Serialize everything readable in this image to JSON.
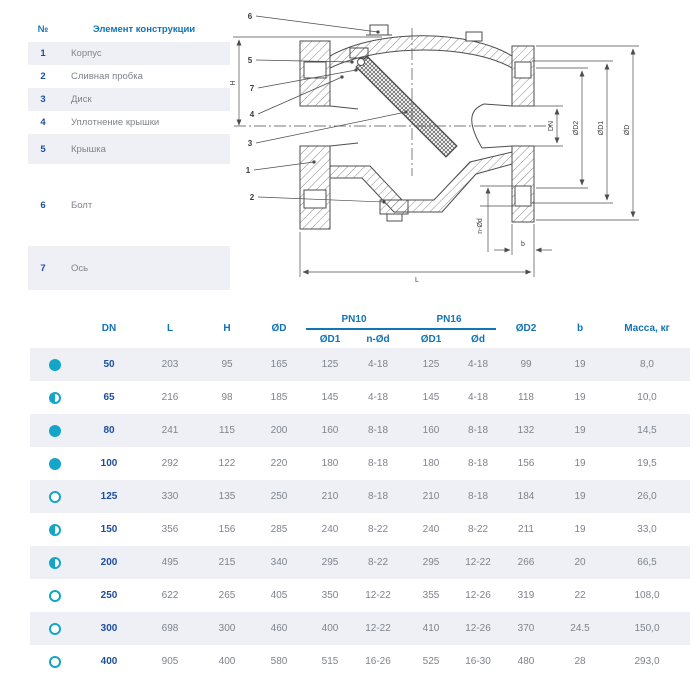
{
  "parts": {
    "headers": {
      "num": "№",
      "element": "Элемент конструкции"
    },
    "rows": [
      {
        "num": "1",
        "label": "Корпус"
      },
      {
        "num": "2",
        "label": "Сливная пробка"
      },
      {
        "num": "3",
        "label": "Диск"
      },
      {
        "num": "4",
        "label": "Уплотнение крышки"
      },
      {
        "num": "5",
        "label": "Крышка"
      },
      {
        "num": "6",
        "label": "Болт"
      },
      {
        "num": "7",
        "label": "Ось"
      }
    ]
  },
  "drawing": {
    "callouts": {
      "c1": "1",
      "c2": "2",
      "c3": "3",
      "c4": "4",
      "c5": "5",
      "c6": "6",
      "c7": "7"
    },
    "dim_labels": {
      "h": "H",
      "l": "L",
      "dn": "DN",
      "d2": "ØD2",
      "d1": "ØD1",
      "d": "ØD",
      "n_d": "n-Ød",
      "b": "b"
    }
  },
  "dims": {
    "headers": {
      "dn": "DN",
      "l": "L",
      "h": "H",
      "d": "ØD",
      "pn10": "PN10",
      "pn16": "PN16",
      "pn10_d1": "ØD1",
      "pn10_nd": "n-Ød",
      "pn16_d1": "ØD1",
      "pn16_d": "Ød",
      "d2": "ØD2",
      "b": "b",
      "mass": "Масса, кг"
    },
    "rows": [
      {
        "icon": "filled",
        "dn": "50",
        "l": "203",
        "h": "95",
        "d": "165",
        "pn10_d1": "125",
        "pn10_nd": "4-18",
        "pn16_d1": "125",
        "pn16_d": "4-18",
        "d2": "99",
        "b": "19",
        "mass": "8,0"
      },
      {
        "icon": "half",
        "dn": "65",
        "l": "216",
        "h": "98",
        "d": "185",
        "pn10_d1": "145",
        "pn10_nd": "4-18",
        "pn16_d1": "145",
        "pn16_d": "4-18",
        "d2": "118",
        "b": "19",
        "mass": "10,0"
      },
      {
        "icon": "filled",
        "dn": "80",
        "l": "241",
        "h": "115",
        "d": "200",
        "pn10_d1": "160",
        "pn10_nd": "8-18",
        "pn16_d1": "160",
        "pn16_d": "8-18",
        "d2": "132",
        "b": "19",
        "mass": "14,5"
      },
      {
        "icon": "filled",
        "dn": "100",
        "l": "292",
        "h": "122",
        "d": "220",
        "pn10_d1": "180",
        "pn10_nd": "8-18",
        "pn16_d1": "180",
        "pn16_d": "8-18",
        "d2": "156",
        "b": "19",
        "mass": "19,5"
      },
      {
        "icon": "outline",
        "dn": "125",
        "l": "330",
        "h": "135",
        "d": "250",
        "pn10_d1": "210",
        "pn10_nd": "8-18",
        "pn16_d1": "210",
        "pn16_d": "8-18",
        "d2": "184",
        "b": "19",
        "mass": "26,0"
      },
      {
        "icon": "half",
        "dn": "150",
        "l": "356",
        "h": "156",
        "d": "285",
        "pn10_d1": "240",
        "pn10_nd": "8-22",
        "pn16_d1": "240",
        "pn16_d": "8-22",
        "d2": "211",
        "b": "19",
        "mass": "33,0"
      },
      {
        "icon": "half",
        "dn": "200",
        "l": "495",
        "h": "215",
        "d": "340",
        "pn10_d1": "295",
        "pn10_nd": "8-22",
        "pn16_d1": "295",
        "pn16_d": "12-22",
        "d2": "266",
        "b": "20",
        "mass": "66,5"
      },
      {
        "icon": "outline",
        "dn": "250",
        "l": "622",
        "h": "265",
        "d": "405",
        "pn10_d1": "350",
        "pn10_nd": "12-22",
        "pn16_d1": "355",
        "pn16_d": "12-26",
        "d2": "319",
        "b": "22",
        "mass": "108,0"
      },
      {
        "icon": "outline",
        "dn": "300",
        "l": "698",
        "h": "300",
        "d": "460",
        "pn10_d1": "400",
        "pn10_nd": "12-22",
        "pn16_d1": "410",
        "pn16_d": "12-26",
        "d2": "370",
        "b": "24.5",
        "mass": "150,0"
      },
      {
        "icon": "outline",
        "dn": "400",
        "l": "905",
        "h": "400",
        "d": "580",
        "pn10_d1": "515",
        "pn10_nd": "16-26",
        "pn16_d1": "525",
        "pn16_d": "16-30",
        "d2": "480",
        "b": "28",
        "mass": "293,0"
      }
    ]
  },
  "colors": {
    "accent_blue": "#1273b6",
    "navy": "#1c4e9d",
    "cyan": "#14a5c8",
    "row_band": "#eef0f6"
  }
}
